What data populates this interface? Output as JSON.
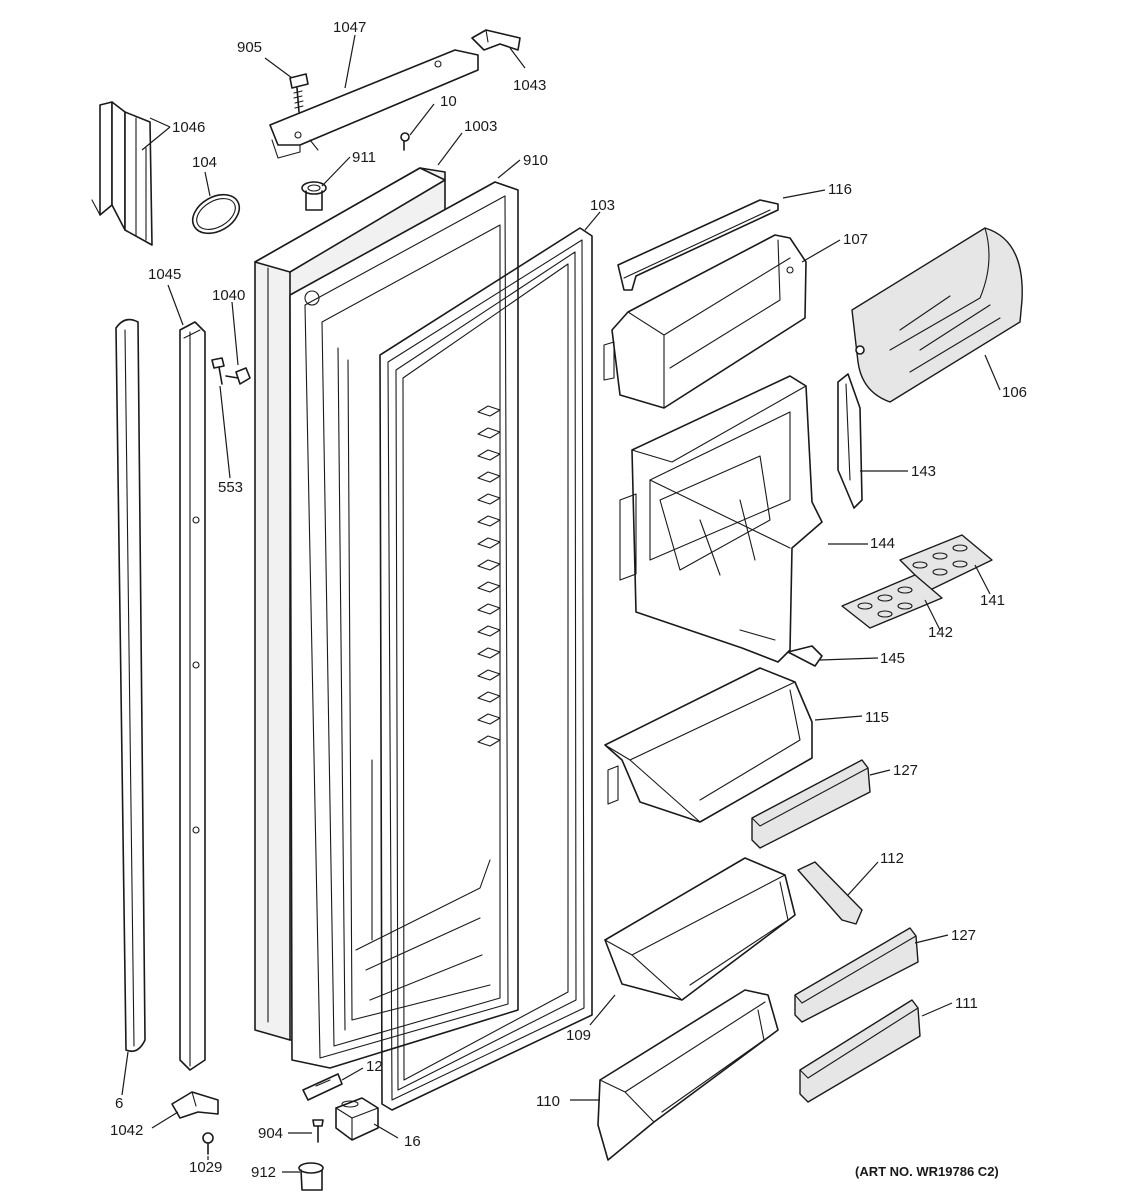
{
  "diagram": {
    "art_number": "(ART NO. WR19786 C2)",
    "callouts": [
      {
        "id": "c905",
        "text": "905"
      },
      {
        "id": "c1047",
        "text": "1047"
      },
      {
        "id": "c1043",
        "text": "1043"
      },
      {
        "id": "c10",
        "text": "10"
      },
      {
        "id": "c1046",
        "text": "1046"
      },
      {
        "id": "c104",
        "text": "104"
      },
      {
        "id": "c1003",
        "text": "1003"
      },
      {
        "id": "c911",
        "text": "911"
      },
      {
        "id": "c910",
        "text": "910"
      },
      {
        "id": "c103",
        "text": "103"
      },
      {
        "id": "c116",
        "text": "116"
      },
      {
        "id": "c107",
        "text": "107"
      },
      {
        "id": "c1045",
        "text": "1045"
      },
      {
        "id": "c1040",
        "text": "1040"
      },
      {
        "id": "c106",
        "text": "106"
      },
      {
        "id": "c553",
        "text": "553"
      },
      {
        "id": "c143",
        "text": "143"
      },
      {
        "id": "c144",
        "text": "144"
      },
      {
        "id": "c141",
        "text": "141"
      },
      {
        "id": "c142",
        "text": "142"
      },
      {
        "id": "c145",
        "text": "145"
      },
      {
        "id": "c115",
        "text": "115"
      },
      {
        "id": "c127a",
        "text": "127"
      },
      {
        "id": "c112",
        "text": "112"
      },
      {
        "id": "c127b",
        "text": "127"
      },
      {
        "id": "c111",
        "text": "111"
      },
      {
        "id": "c109",
        "text": "109"
      },
      {
        "id": "c12",
        "text": "12"
      },
      {
        "id": "c6",
        "text": "6"
      },
      {
        "id": "c1042",
        "text": "1042"
      },
      {
        "id": "c904",
        "text": "904"
      },
      {
        "id": "c16",
        "text": "16"
      },
      {
        "id": "c110",
        "text": "110"
      },
      {
        "id": "c1029",
        "text": "1029"
      },
      {
        "id": "c912",
        "text": "912"
      }
    ]
  }
}
